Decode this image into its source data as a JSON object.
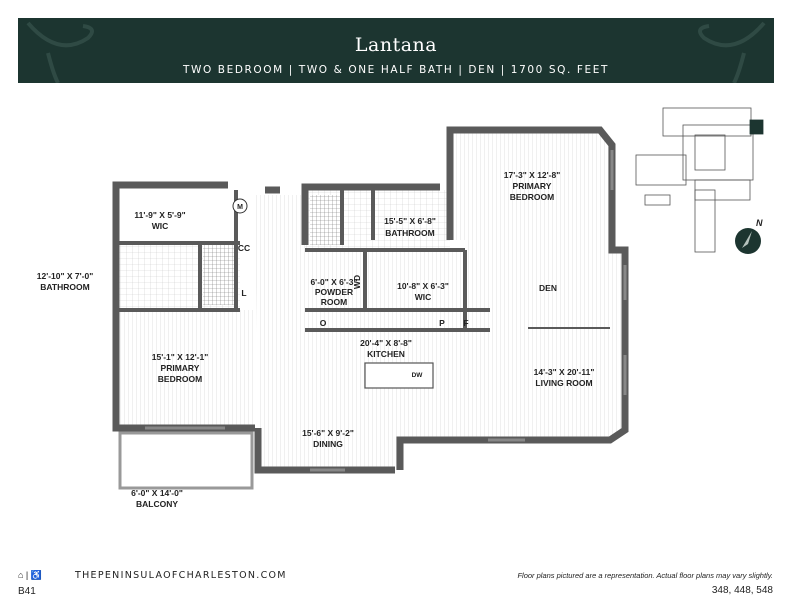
{
  "header": {
    "title": "Lantana",
    "subtitle": "TWO BEDROOM  |  TWO & ONE HALF BATH  |  DEN  |  1700 SQ. FEET",
    "background_color": "#1c3530"
  },
  "rooms": {
    "wic_left": {
      "size": "11'-9\" X 5'-9\"",
      "name": "WIC"
    },
    "bathroom_left": {
      "size": "12'-10\" X 7'-0\"",
      "name": "BATHROOM"
    },
    "primary_bedroom_left": {
      "size": "15'-1\" X 12'-1\"",
      "name1": "PRIMARY",
      "name2": "BEDROOM"
    },
    "balcony": {
      "size": "6'-0\" X 14'-0\"",
      "name": "BALCONY"
    },
    "powder_room": {
      "size": "6'-0\" X 6'-3\"",
      "name1": "POWDER",
      "name2": "ROOM"
    },
    "bathroom_right": {
      "size": "15'-5\" X 6'-8\"",
      "name": "BATHROOM"
    },
    "primary_bedroom_right": {
      "size": "17'-3\" X 12'-8\"",
      "name1": "PRIMARY",
      "name2": "BEDROOM"
    },
    "wic_right": {
      "size": "10'-8\" X 6'-3\"",
      "name": "WIC"
    },
    "den": {
      "name": "DEN"
    },
    "kitchen": {
      "size": "20'-4\" X 8'-8\"",
      "name": "KITCHEN"
    },
    "living_room": {
      "size": "14'-3\" X 20'-11\"",
      "name": "LIVING ROOM"
    },
    "dining": {
      "size": "15'-6\" X 9'-2\"",
      "name": "DINING"
    }
  },
  "fixtures": {
    "cc": "CC",
    "l": "L",
    "m": "M",
    "wd": "WD",
    "o": "O",
    "p": "P",
    "f": "F",
    "dw": "DW"
  },
  "key_plan": {
    "compass_label": "N"
  },
  "footer": {
    "accessibility_icons": "⌂ | ♿",
    "plan_code": "B41",
    "website": "THEPENINSULAOFCHARLESTON.COM",
    "disclaimer": "Floor plans pictured are a representation. Actual floor plans may vary slightly.",
    "unit_numbers": "348, 448, 548"
  }
}
